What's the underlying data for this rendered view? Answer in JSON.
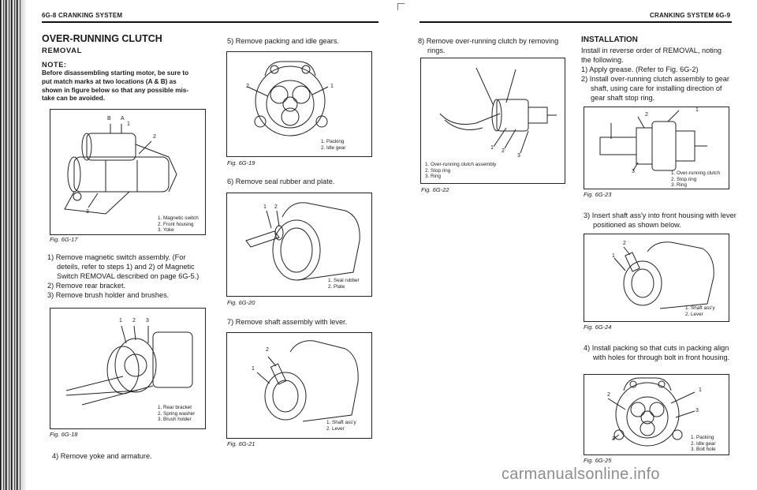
{
  "left_page": {
    "header": "6G-8 CRANKING SYSTEM",
    "title": "OVER-RUNNING CLUTCH",
    "subtitle": "REMOVAL",
    "note_label": "NOTE:",
    "note_lines": [
      "Before disassembling starting motor, be sure to",
      "put match marks at two locations (A & B) as",
      "shown in figure below so that any possible mis-",
      "take can be avoided."
    ],
    "fig17": {
      "caption": "Fig. 6G-17",
      "labels": {
        "b": "B",
        "a": "A",
        "one": "1",
        "two": "2",
        "three": "3"
      },
      "legend": [
        "1.  Magnetic switch",
        "2.  Front housing",
        "3.  Yoke"
      ]
    },
    "steps": [
      "1) Remove magnetic switch assembly. (For",
      "deteils, refer to steps 1) and 2) of Magnetic",
      "Switch REMOVAL described on page 6G-5.)",
      "2) Remove rear bracket.",
      "3) Remove brush holder and brushes."
    ],
    "fig18": {
      "caption": "Fig. 6G-18",
      "labels": {
        "one": "1",
        "two": "2",
        "three": "3"
      },
      "legend": [
        "1.  Rear bracket",
        "2.  Spring washer",
        "3.  Brush holder"
      ]
    },
    "step4": "4) Remove yoke and armature.",
    "step5": "5) Remove packing and idle gears.",
    "fig19": {
      "caption": "Fig. 6G-19",
      "labels": {
        "two": "2",
        "one": "1"
      },
      "legend": [
        "1.  Packing",
        "2.  Idle gear"
      ]
    },
    "step6": "6) Remove seal rubber and plate.",
    "fig20": {
      "caption": "Fig. 6G-20",
      "labels": {
        "one": "1",
        "two": "2"
      },
      "legend": [
        "1.  Seal rubber",
        "2.  Plate"
      ]
    },
    "step7": "7) Remove shaft assembly with lever.",
    "fig21": {
      "caption": "Fig. 6G-21",
      "labels": {
        "two": "2",
        "one": "1"
      },
      "legend": [
        "1.  Shaft ass'y",
        "2.  Lever"
      ]
    }
  },
  "right_page": {
    "header": "CRANKING SYSTEM 6G-9",
    "step8": [
      "8) Remove over-running clutch by removing",
      "rings."
    ],
    "fig22": {
      "caption": "Fig. 6G-22",
      "labels": {
        "one": "1",
        "two": "2",
        "three": "3"
      },
      "legend": [
        "1.  Over-running clutch assembly",
        "2.  Stop ring",
        "3.  Ring"
      ]
    },
    "installation": {
      "title": "INSTALLATION",
      "lines": [
        "Install in reverse order of REMOVAL, noting",
        "the following.",
        "1) Apply grease. (Refer to Fig. 6G-2)",
        "2) Install over-running clutch assembly to gear",
        "shaft, using care for installing direction of",
        "gear shaft stop ring."
      ]
    },
    "fig23": {
      "caption": "Fig. 6G-23",
      "labels": {
        "one": "1",
        "two": "2",
        "three": "3"
      },
      "legend": [
        "1.  Over-running clutch",
        "2.  Stop ring",
        "3.  Ring"
      ]
    },
    "step3": [
      "3) Insert shaft ass'y into front housing with lever",
      "positioned as shown below."
    ],
    "fig24": {
      "caption": "Fig. 6G-24",
      "labels": {
        "two": "2",
        "one": "1"
      },
      "legend": [
        "1.  Shaft ass'y",
        "2.  Lever"
      ]
    },
    "step4": [
      "4) Install packing so that cuts in packing align",
      "with holes for through bolt in front housing."
    ],
    "fig25": {
      "caption": "Fig. 6G-25",
      "labels": {
        "two": "2",
        "one": "1",
        "three_a": "3",
        "three_b": "3"
      },
      "legend": [
        "1.  Packing",
        "2.  Idle gear",
        "3.  Bolt hole"
      ]
    }
  },
  "watermark": "carmanualsonline.info"
}
